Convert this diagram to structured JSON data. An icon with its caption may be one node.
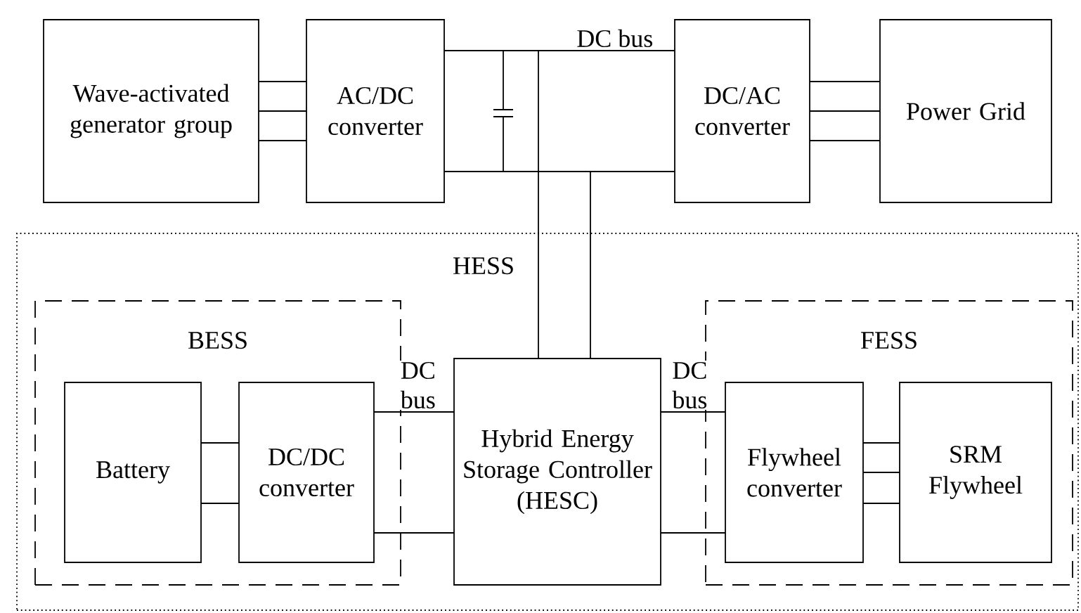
{
  "diagram": {
    "nodes": [
      {
        "text": [
          "Wave-activated generator group"
        ]
      },
      {
        "text": [
          "AC/DC converter"
        ]
      },
      {
        "text": [
          "DC/AC converter"
        ]
      },
      {
        "text": [
          "Power Grid"
        ]
      },
      {
        "text": [
          "HESS"
        ]
      },
      {
        "text": [
          "BESS"
        ],
        "in": 4
      },
      {
        "text": [
          "Battery"
        ],
        "in": 5
      },
      {
        "text": [
          "DC/DC converter"
        ],
        "in": 5
      },
      {
        "text": [
          "Hybrid Energy Storage Controller (HESC)"
        ],
        "in": 4
      },
      {
        "text": [
          "FESS"
        ],
        "in": 4
      },
      {
        "text": [
          "Flywheel converter"
        ],
        "in": 9
      },
      {
        "text": [
          "SRM Flywheel"
        ],
        "in": 9
      }
    ],
    "edges": [
      {
        "from": 0,
        "to": 1,
        "arrow": "none"
      },
      {
        "from": 0,
        "to": 1,
        "arrow": "none"
      },
      {
        "from": 0,
        "to": 1,
        "arrow": "none"
      },
      {
        "from": 1,
        "to": 2,
        "arrow": "none",
        "label": "DC bus"
      },
      {
        "from": 1,
        "to": 2,
        "arrow": "none"
      },
      {
        "from": 8,
        "to": 2,
        "arrow": "none"
      },
      {
        "from": 8,
        "to": 2,
        "arrow": "none"
      },
      {
        "from": 2,
        "to": 3,
        "arrow": "none"
      },
      {
        "from": 2,
        "to": 3,
        "arrow": "none"
      },
      {
        "from": 2,
        "to": 3,
        "arrow": "none"
      },
      {
        "from": 6,
        "to": 7,
        "arrow": "none"
      },
      {
        "from": 6,
        "to": 7,
        "arrow": "none"
      },
      {
        "from": 7,
        "to": 8,
        "arrow": "none",
        "label": "DC bus"
      },
      {
        "from": 7,
        "to": 8,
        "arrow": "none"
      },
      {
        "from": 8,
        "to": 10,
        "arrow": "none",
        "label": "DC bus"
      },
      {
        "from": 8,
        "to": 10,
        "arrow": "none"
      },
      {
        "from": 10,
        "to": 11,
        "arrow": "none"
      },
      {
        "from": 10,
        "to": 11,
        "arrow": "none"
      },
      {
        "from": 10,
        "to": 11,
        "arrow": "none"
      }
    ]
  }
}
